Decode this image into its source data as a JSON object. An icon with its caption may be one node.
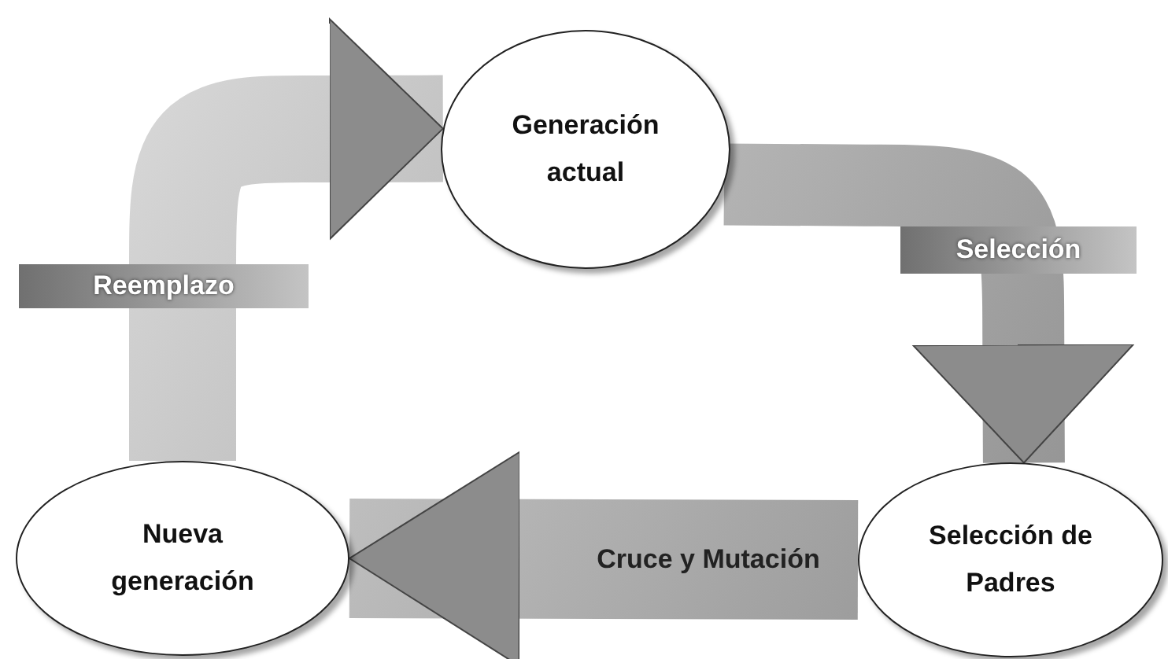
{
  "diagram": {
    "nodes": [
      {
        "text": [
          "Generación actual"
        ]
      },
      {
        "text": [
          "Selección de Padres"
        ]
      },
      {
        "text": [
          "Nueva generación"
        ]
      }
    ],
    "edges": [
      {
        "from": 0,
        "to": 1,
        "arrow": "to",
        "label": "Selección"
      },
      {
        "from": 1,
        "to": 2,
        "arrow": "to",
        "label": "Cruce y Mutación"
      },
      {
        "from": 2,
        "to": 0,
        "arrow": "to",
        "label": "Reemplazo"
      }
    ]
  }
}
